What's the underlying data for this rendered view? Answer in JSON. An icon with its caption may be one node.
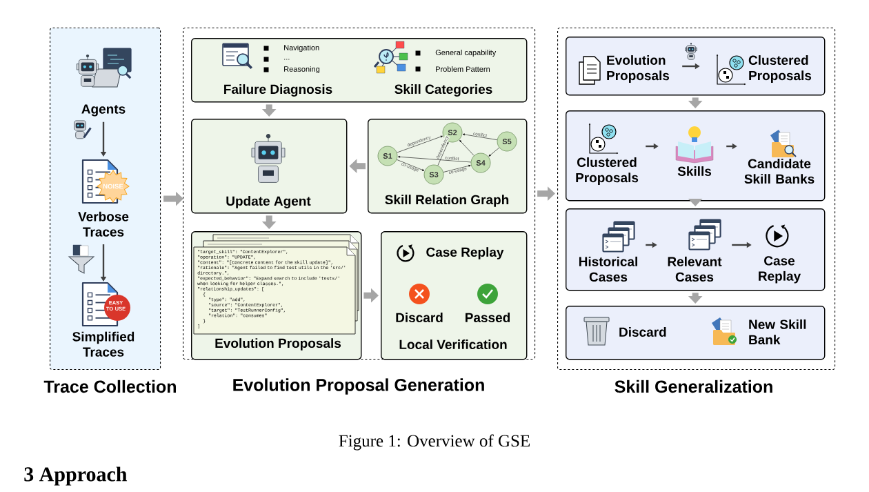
{
  "diagram": {
    "caption": "Figure 1: Overview of GSE",
    "nodes": [
      {
        "text": [
          "Trace Collection"
        ]
      },
      {
        "text": [
          "Agents"
        ],
        "in": 0
      },
      {
        "text": [
          "Verbose Traces"
        ],
        "in": 0
      },
      {
        "text": [
          "Simplified Traces"
        ],
        "in": 0
      },
      {
        "text": [
          "Evolution Proposal Generation"
        ]
      },
      {
        "text": [
          "Navigation",
          "...",
          "Reasoning",
          "Failure Diagnosis",
          "General capability",
          "Problem Pattern",
          "Skill Categories"
        ],
        "in": 4
      },
      {
        "text": [
          "Update Agent"
        ],
        "in": 4
      },
      {
        "text": [
          "Skill Relation Graph"
        ],
        "in": 4
      },
      {
        "text": [
          "S1"
        ],
        "in": 7
      },
      {
        "text": [
          "S2"
        ],
        "in": 7
      },
      {
        "text": [
          "S3"
        ],
        "in": 7
      },
      {
        "text": [
          "S4"
        ],
        "in": 7
      },
      {
        "text": [
          "S5"
        ],
        "in": 7
      },
      {
        "text": [
          "Evolution Proposals"
        ],
        "in": 4
      },
      {
        "text": [
          "Case Replay",
          "Discard",
          "Passed",
          "Local Verification"
        ],
        "in": 4
      },
      {
        "text": [
          "Skill Generalization"
        ]
      },
      {
        "text": [],
        "shape": "box",
        "in": 15
      },
      {
        "text": [
          "Evolution Proposals"
        ],
        "in": 16
      },
      {
        "text": [
          "Clustered Proposals"
        ],
        "in": 16
      },
      {
        "text": [],
        "shape": "box",
        "in": 15
      },
      {
        "text": [
          "Clustered Proposals"
        ],
        "in": 19
      },
      {
        "text": [
          "Skills"
        ],
        "in": 19
      },
      {
        "text": [
          "Candidate Skill Banks"
        ],
        "in": 19
      },
      {
        "text": [],
        "shape": "box",
        "in": 15
      },
      {
        "text": [
          "Historical Cases"
        ],
        "in": 23
      },
      {
        "text": [
          "Relevant Cases"
        ],
        "in": 23
      },
      {
        "text": [
          "Case Replay"
        ],
        "in": 23
      },
      {
        "text": [],
        "shape": "box",
        "in": 15
      },
      {
        "text": [
          "Discard"
        ],
        "in": 27
      },
      {
        "text": [
          "New Skill Bank"
        ],
        "in": 27
      }
    ],
    "edges": [
      {
        "from": 1,
        "to": 2,
        "arrow": "to",
        "color": "#404040"
      },
      {
        "from": 2,
        "to": 3,
        "arrow": "to",
        "color": "#404040"
      },
      {
        "from": 0,
        "to": 4,
        "arrow": "to",
        "style": "thick",
        "color": "#a6a6a6"
      },
      {
        "from": 5,
        "to": 6,
        "arrow": "to",
        "style": "thick",
        "color": "#a6a6a6"
      },
      {
        "from": 7,
        "to": 6,
        "arrow": "to",
        "style": "thick",
        "color": "#a6a6a6"
      },
      {
        "from": 6,
        "to": 13,
        "arrow": "to",
        "style": "thick",
        "color": "#a6a6a6"
      },
      {
        "from": 13,
        "to": 14,
        "arrow": "to",
        "style": "thick",
        "color": "#a6a6a6"
      },
      {
        "from": 8,
        "to": 9,
        "arrow": "to",
        "label": "dependency",
        "color": "#000000"
      },
      {
        "from": 10,
        "to": 9,
        "arrow": "to",
        "label": "dependency",
        "color": "#000000"
      },
      {
        "from": 12,
        "to": 9,
        "arrow": "to",
        "label": "conflict",
        "color": "#000000"
      },
      {
        "from": 11,
        "to": 9,
        "arrow": "to",
        "color": "#000000"
      },
      {
        "from": 12,
        "to": 11,
        "arrow": "to",
        "color": "#000000"
      },
      {
        "from": 11,
        "to": 8,
        "arrow": "to",
        "label": "conflict",
        "color": "#000000"
      },
      {
        "from": 8,
        "to": 10,
        "arrow": "to",
        "label": "co-usage",
        "color": "#000000"
      },
      {
        "from": 10,
        "to": 11,
        "arrow": "to",
        "label": "co-usage",
        "color": "#000000"
      },
      {
        "from": 4,
        "to": 15,
        "arrow": "to",
        "style": "thick",
        "color": "#a6a6a6"
      },
      {
        "from": 17,
        "to": 18,
        "arrow": "to",
        "color": "#404040"
      },
      {
        "from": 16,
        "to": 19,
        "arrow": "to",
        "style": "thick",
        "color": "#a6a6a6"
      },
      {
        "from": 20,
        "to": 21,
        "arrow": "to",
        "color": "#404040"
      },
      {
        "from": 21,
        "to": 22,
        "arrow": "to",
        "color": "#404040"
      },
      {
        "from": 19,
        "to": 23,
        "arrow": "to",
        "style": "thick",
        "color": "#a6a6a6"
      },
      {
        "from": 24,
        "to": 25,
        "arrow": "to",
        "color": "#404040"
      },
      {
        "from": 25,
        "to": 26,
        "arrow": "to",
        "color": "#404040"
      },
      {
        "from": 23,
        "to": 27,
        "arrow": "to",
        "style": "thick",
        "color": "#a6a6a6"
      }
    ],
    "labels": [
      "NOISE",
      "\"target_skill\": \"ContentExplorer\",",
      "\"operation\": \"UPDATE\",",
      "\"content\": \"[Concrete content for the skill update]\",",
      "\"rationale\": \"Agent failed to find test utils in the 'src/' directory.\",",
      "\"expected_behavior\": \"Expand search to include 'tests/' when looking for helper classes.\",",
      "\"relationship_updates\": [",
      "{",
      "\"type\": \"add\",",
      "\"source\": \"ContentExplorer\",",
      "\"target\": \"TestRunnerConfig\",",
      "\"relation\": \"consumes\"",
      "}",
      "]",
      "EASY TO USE",
      "3 Approach"
    ]
  }
}
